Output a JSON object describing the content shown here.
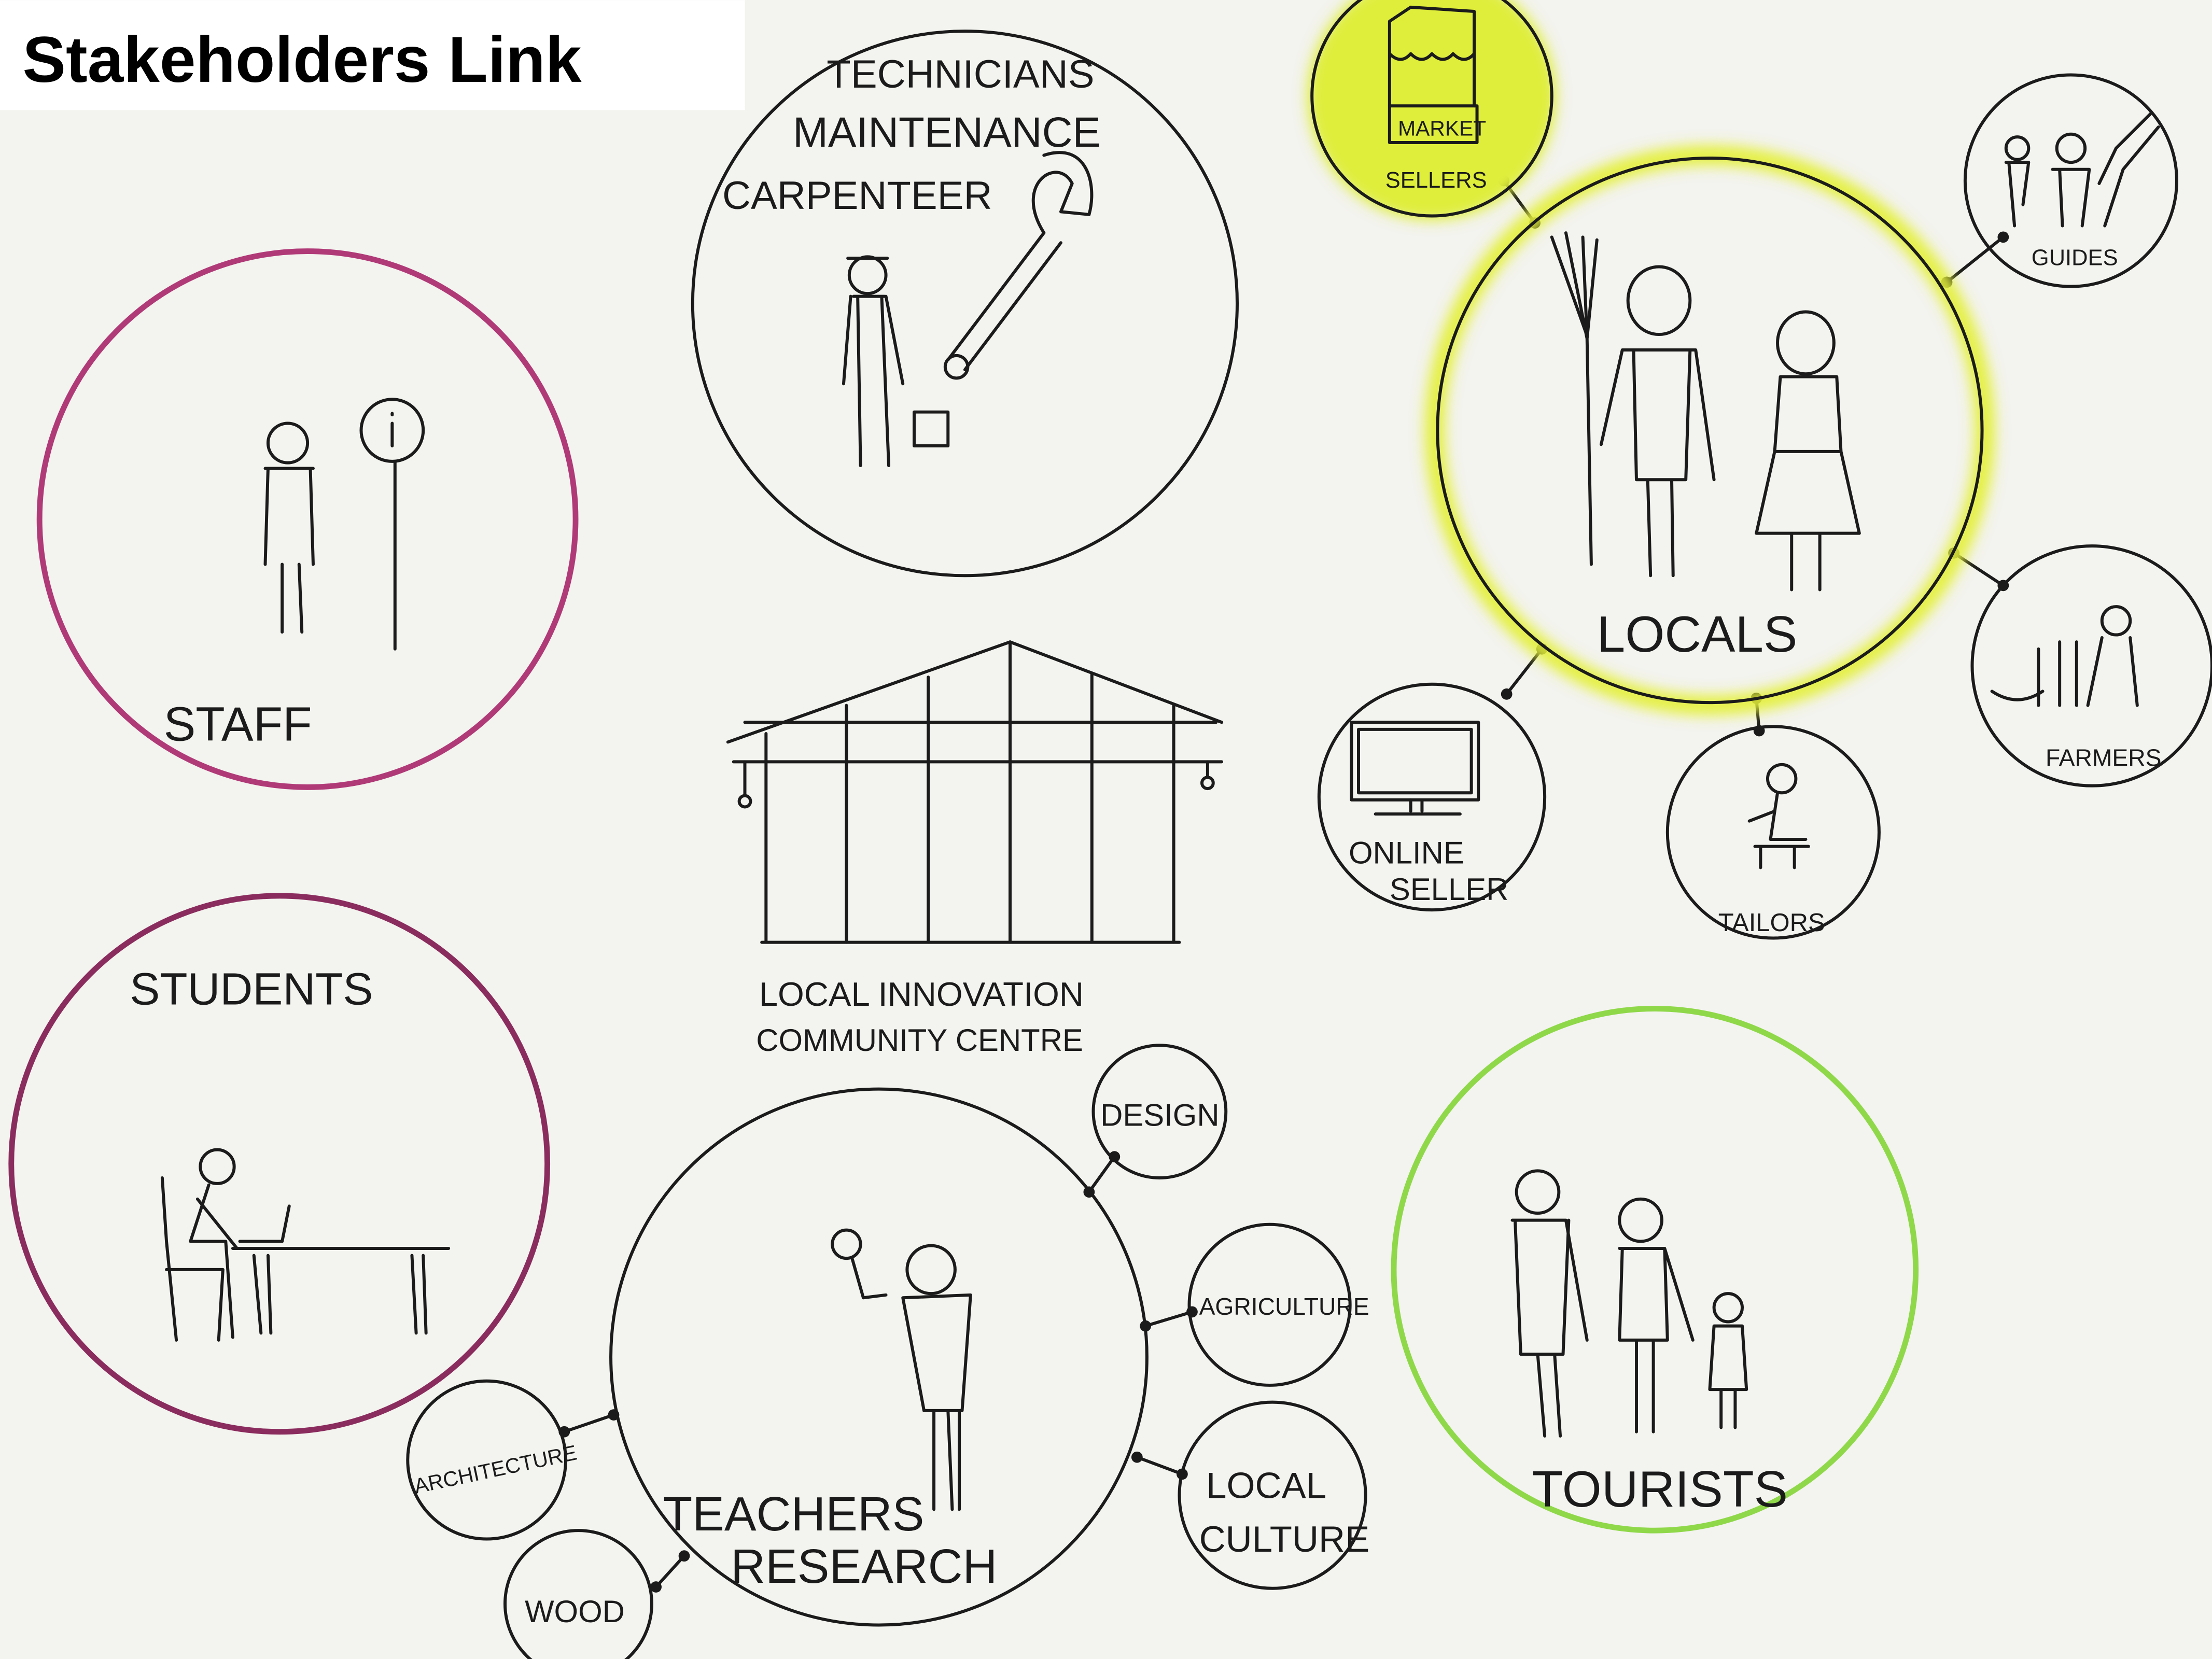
{
  "title": "Stakeholders Link",
  "colors": {
    "paper": "#f3f3ef",
    "staff": "#b03a78",
    "students": "#8a2c5e",
    "locals": "#dfee3a",
    "researchTopics": "#c3ead6",
    "tourists": "#8fd84a"
  },
  "centre": {
    "line1": "LOCAL INNOVATION",
    "line2": "COMMUNITY CENTRE"
  },
  "groups": {
    "technicians": {
      "line1": "TECHNICIANS",
      "line2": "MAINTENANCE",
      "line3": "CARPENTEER"
    },
    "staff": {
      "label": "STAFF"
    },
    "students": {
      "label": "STUDENTS"
    },
    "locals": {
      "label": "LOCALS",
      "links": {
        "market": "MARKET",
        "sellers": "SELLERS",
        "guides": "GUIDES",
        "farmers": "FARMERS",
        "tailors": "TAILORS",
        "online1": "ONLINE",
        "online2": "SELLER"
      }
    },
    "teachers": {
      "line1": "TEACHERS",
      "line2": "RESEARCH",
      "links": {
        "design": "DESIGN",
        "agriculture": "AGRICULTURE",
        "culture1": "LOCAL",
        "culture2": "CULTURE",
        "architecture": "ARCHITECTURE",
        "wood": "WOOD"
      }
    },
    "tourists": {
      "label": "TOURISTS"
    }
  }
}
